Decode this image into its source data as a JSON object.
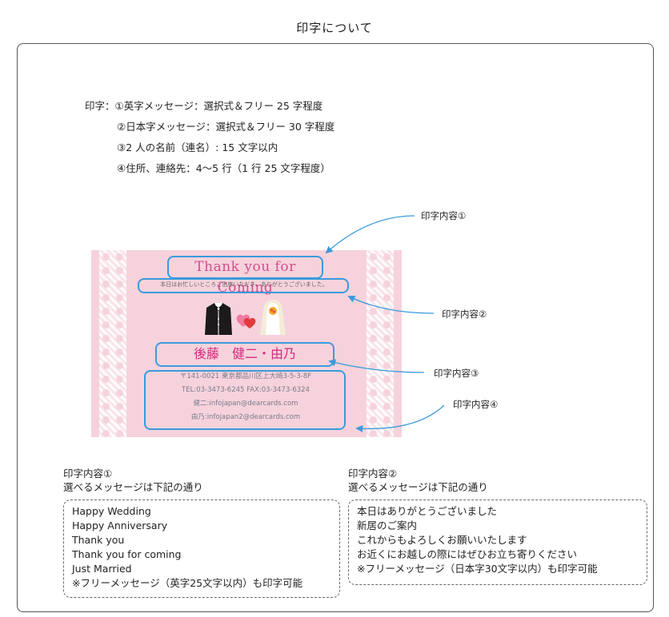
{
  "page_title": "印字について",
  "spec": {
    "line1": "印字：①英字メッセージ：選択式＆フリー 25 字程度",
    "line2": "②日本字メッセージ：選択式＆フリー 30 字程度",
    "line3": "③2 人の名前（連名）: 15 文字以内",
    "line4": "④住所、連絡先：4〜5 行（1 行 25 文字程度）"
  },
  "card": {
    "thanks": "Thank you for Coming",
    "message": "本日はお忙しいところご出席いただき、ありがとうございました。",
    "names": "後藤　健二・由乃",
    "address": [
      "〒141-0021 東京都品川区上大崎3-5-3-8F",
      "TEL:03-3473-6245 FAX:03-3473-6324",
      "健二:infojapan@dearcards.com",
      "由乃:infojapan2@dearcards.com"
    ]
  },
  "callouts": {
    "c1": "印字内容①",
    "c2": "印字内容②",
    "c3": "印字内容③",
    "c4": "印字内容④"
  },
  "section1": {
    "title": "印字内容①",
    "subtitle": "選べるメッセージは下記の通り",
    "items": [
      "Happy Wedding",
      "Happy Anniversary",
      "Thank you",
      "Thank you for coming",
      "Just Married",
      "※フリーメッセージ（英字25文字以内）も印字可能"
    ]
  },
  "section2": {
    "title": "印字内容②",
    "subtitle": "選べるメッセージは下記の通り",
    "items": [
      "本日はありがとうございました",
      "新居のご案内",
      "これからもよろしくお願いいたします",
      "お近くにお越しの際にはぜひお立ち寄りください",
      "※フリーメッセージ（日本字30文字以内）も印字可能"
    ]
  },
  "colors": {
    "card_background": "#f6d3dc",
    "highlight": "#3a9bdc",
    "names_pink": "#d4297e",
    "title_pink": "#d44d8f"
  }
}
